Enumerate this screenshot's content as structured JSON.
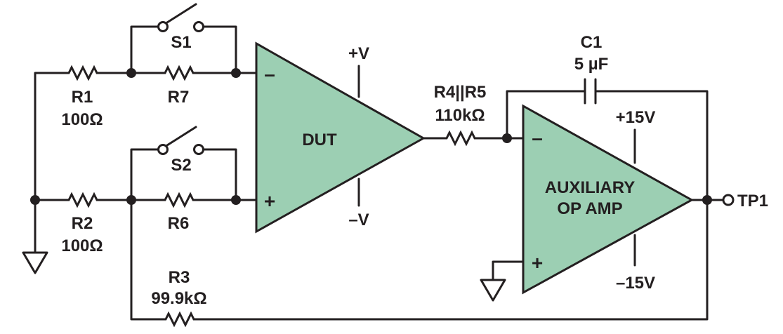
{
  "colors": {
    "amplifier_fill": "#9ccfb3",
    "line": "#231f20",
    "background": "#ffffff"
  },
  "components": {
    "r1": {
      "name": "R1",
      "value": "100Ω"
    },
    "r2": {
      "name": "R2",
      "value": "100Ω"
    },
    "r3": {
      "name": "R3",
      "value": "99.9kΩ"
    },
    "r4r5": {
      "name": "R4||R5",
      "value": "110kΩ"
    },
    "r6": {
      "name": "R6"
    },
    "r7": {
      "name": "R7"
    },
    "c1": {
      "name": "C1",
      "value": "5 µF"
    },
    "s1": {
      "name": "S1"
    },
    "s2": {
      "name": "S2"
    }
  },
  "dut": {
    "label": "DUT",
    "supply_pos": "+V",
    "supply_neg": "–V",
    "inv_sign": "–",
    "noninv_sign": "+"
  },
  "aux": {
    "label_line1": "AUXILIARY",
    "label_line2": "OP AMP",
    "supply_pos": "+15V",
    "supply_neg": "–15V",
    "inv_sign": "–",
    "noninv_sign": "+"
  },
  "output_terminal": "TP1"
}
